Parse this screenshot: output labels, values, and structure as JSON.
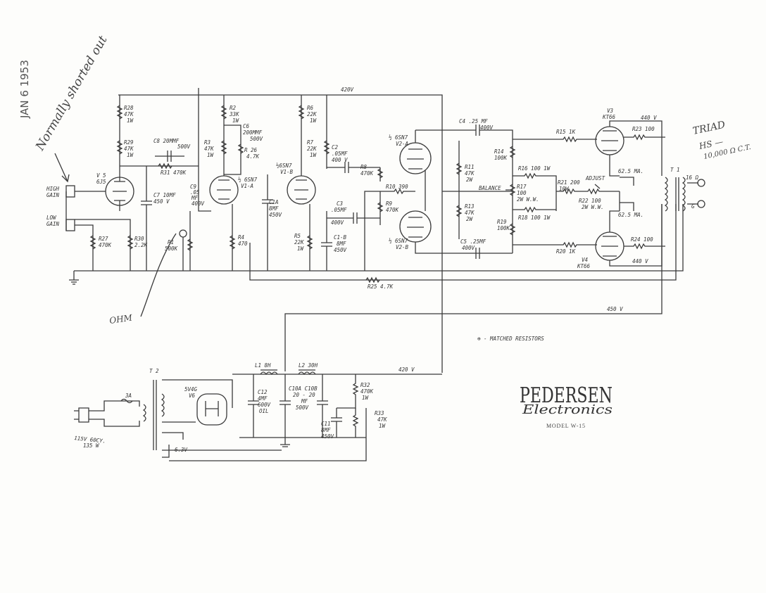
{
  "stamp": {
    "date": "JAN 6 1953"
  },
  "notes": {
    "shorted": "Normally shorted out",
    "ohm": "OHM",
    "matched": "⊕ - MATCHED RESISTORS",
    "triad1": "TRIAD",
    "triad2": "HS —",
    "triad3": "10,000 Ω C.T."
  },
  "rails": {
    "r1": "420V",
    "r2": "450 V",
    "r3": "420 V"
  },
  "inputs": {
    "high": "HIGH\nGAIN",
    "low": "LOW\nGAIN"
  },
  "labels": {
    "v5": "V 5",
    "v5t": "6J5",
    "r28": "R28",
    "r28v": "47K",
    "r28w": "1W",
    "r29": "R29",
    "r29v": "47K",
    "r29w": "1W",
    "c8": "C8 20MMF",
    "c8v": "500V",
    "r31": "R31 470K",
    "c7": "C7 10MF",
    "c7v": "450 V",
    "c9": "C9",
    "c9a": ".05",
    "c9b": "MF",
    "c9c": "400V",
    "r27": "R27",
    "r27v": "470K",
    "r30": "R30",
    "r30v": "2.2K",
    "r1": "R1",
    "r1v": "500K",
    "r2": "R2",
    "r2v": "33K",
    "r2w": "1W",
    "r3": "R3",
    "r3v": "47K",
    "r3w": "1W",
    "c6": "C6",
    "c6v": "200MMF",
    "c6w": "500V",
    "r26": "R 26",
    "r26v": "4.7K",
    "v1a": "½ 6SN7",
    "v1at": "V1-A",
    "c1a": "C1A",
    "c1av": "8MF",
    "c1aw": "450V",
    "r4": "R4",
    "r4v": "470",
    "r6": "R6",
    "r6v": "22K",
    "r6w": "1W",
    "r7": "R7",
    "r7v": "22K",
    "r7w": "1W",
    "v1b": "½6SN7",
    "v1bt": "V1-B",
    "r5": "R5",
    "r5v": "22K",
    "r5w": "1W",
    "c1b": "C1-B",
    "c1bv": "8MF",
    "c1bw": "450V",
    "c2": "C2",
    "c2v": ".05MF",
    "c2w": "400 V",
    "c3": "C3",
    "c3v": ".05MF",
    "c3w": "400V",
    "r8": "R8",
    "r8v": "470K",
    "r10": "R10 390",
    "r9": "R9",
    "r9v": "470K",
    "v2a": "½ 6SN7",
    "v2at": "V2-A",
    "v2b": "½ 6SN7",
    "v2bt": "V2-B",
    "r25": "R25 4.7K",
    "c4": "C4 .25 MF",
    "c4v": "400V",
    "c5": "C5 .25MF",
    "c5v": "400V",
    "r11": "R11",
    "r11v": "47K",
    "r11w": "2W",
    "r13": "R13",
    "r13v": "47K",
    "r13w": "2W",
    "r14": "R14",
    "r14v": "100K",
    "r19": "R19",
    "r19v": "100K",
    "r16": "R16 100 1W",
    "r17": "R17",
    "r17v": "100",
    "r17w": "2W W.W.",
    "r18": "R18 100 1W",
    "balance": "BALANCE",
    "r21": "R21 200",
    "r21w": "10W",
    "adjust": "ADJUST",
    "r22": "R22 100",
    "r22w": "2W W.W.",
    "r15": "R15 1K",
    "r20": "R20 1K",
    "r23": "R23 100",
    "r24": "R24 100",
    "v3": "V3",
    "v3t": "KT66",
    "v4": "V4",
    "v4t": "KT66",
    "ma1": "62.5 MA.",
    "ma2": "62.5 MA.",
    "v440a": "440 V",
    "v440b": "440 V",
    "t1": "T 1",
    "o16": "16 Ω",
    "og": "G",
    "t2": "T 2",
    "fuse": "3A",
    "v6": "5V4G",
    "v6t": "V6",
    "mains1": "115V 60CY.",
    "mains2": "135 W",
    "h63": "6.3V",
    "l1": "L1 8H",
    "l2": "L2 30H",
    "c12": "C12",
    "c12v": "4MF",
    "c12w": "600V",
    "c12x": "OIL",
    "c10": "C10A C10B",
    "c10v": "20 - 20",
    "c10w": "MF",
    "c10x": "500V",
    "c11": "C11",
    "c11v": "8MF",
    "c11w": "450V",
    "r32": "R32",
    "r32v": "470K",
    "r32w": "1W",
    "r33": "R33",
    "r33v": "47K",
    "r33w": "1W"
  },
  "logo": {
    "line1": "PEDERSEN",
    "line2": "Electronics"
  },
  "model": "MODEL W-15"
}
